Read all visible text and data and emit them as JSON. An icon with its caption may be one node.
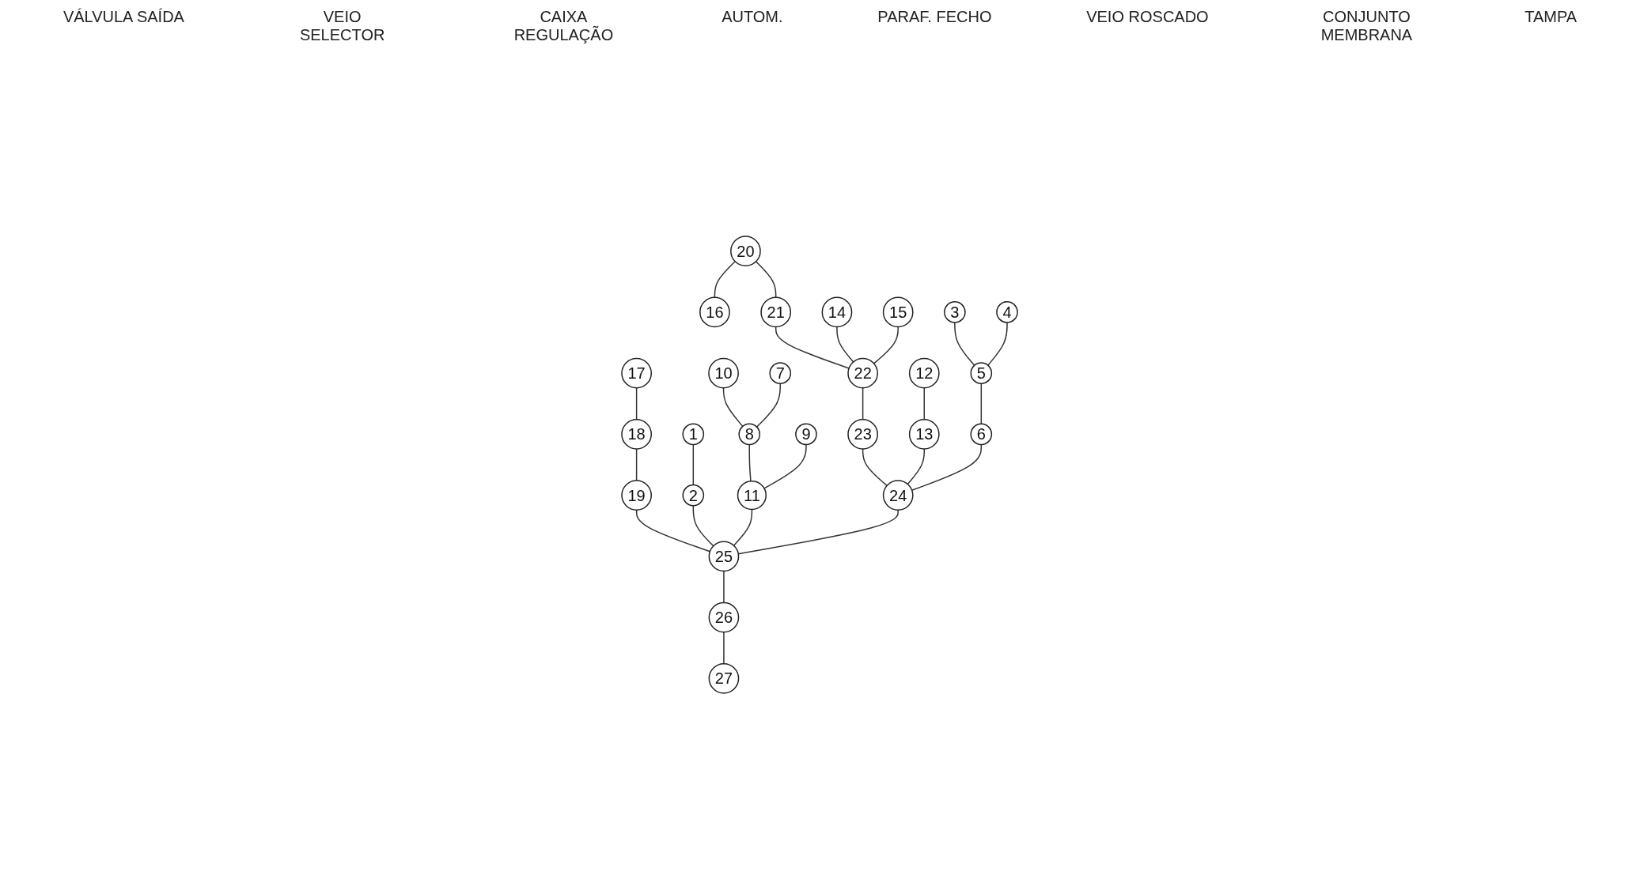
{
  "diagram": {
    "nodes": [
      {
        "text": [
          "17"
        ]
      },
      {
        "text": [
          "1"
        ]
      },
      {
        "text": [
          "10"
        ]
      },
      {
        "text": [
          "7"
        ]
      },
      {
        "text": [
          "9"
        ]
      },
      {
        "text": [
          "20"
        ]
      },
      {
        "text": [
          "16"
        ]
      },
      {
        "text": [
          "14"
        ]
      },
      {
        "text": [
          "15"
        ]
      },
      {
        "text": [
          "12"
        ]
      },
      {
        "text": [
          "3"
        ]
      },
      {
        "text": [
          "4"
        ]
      },
      {
        "text": [
          "18"
        ]
      },
      {
        "text": [
          "2"
        ]
      },
      {
        "text": [
          "8"
        ]
      },
      {
        "text": [
          "21"
        ]
      },
      {
        "text": [
          "13"
        ]
      },
      {
        "text": [
          "5"
        ]
      },
      {
        "text": [
          "19"
        ]
      },
      {
        "text": [
          "11"
        ]
      },
      {
        "text": [
          "22"
        ]
      },
      {
        "text": [
          "6"
        ]
      },
      {
        "text": [
          "23"
        ]
      },
      {
        "text": [
          "24"
        ]
      },
      {
        "text": [
          "25"
        ]
      },
      {
        "text": [
          "26"
        ]
      },
      {
        "text": [
          "27"
        ]
      }
    ],
    "edges": [
      {
        "from": 0,
        "to": 12,
        "arrow": "none"
      },
      {
        "from": 12,
        "to": 18,
        "arrow": "none"
      },
      {
        "from": 1,
        "to": 13,
        "arrow": "none"
      },
      {
        "from": 2,
        "to": 14,
        "arrow": "none"
      },
      {
        "from": 3,
        "to": 14,
        "arrow": "none"
      },
      {
        "from": 14,
        "to": 19,
        "arrow": "none"
      },
      {
        "from": 4,
        "to": 19,
        "arrow": "none"
      },
      {
        "from": 5,
        "to": 6,
        "arrow": "none"
      },
      {
        "from": 5,
        "to": 15,
        "arrow": "none"
      },
      {
        "from": 15,
        "to": 20,
        "arrow": "none"
      },
      {
        "from": 7,
        "to": 20,
        "arrow": "none"
      },
      {
        "from": 8,
        "to": 20,
        "arrow": "none"
      },
      {
        "from": 20,
        "to": 22,
        "arrow": "none"
      },
      {
        "from": 22,
        "to": 23,
        "arrow": "none"
      },
      {
        "from": 9,
        "to": 16,
        "arrow": "none"
      },
      {
        "from": 16,
        "to": 23,
        "arrow": "none"
      },
      {
        "from": 10,
        "to": 17,
        "arrow": "none"
      },
      {
        "from": 11,
        "to": 17,
        "arrow": "none"
      },
      {
        "from": 17,
        "to": 21,
        "arrow": "none"
      },
      {
        "from": 21,
        "to": 23,
        "arrow": "none"
      },
      {
        "from": 18,
        "to": 24,
        "arrow": "none"
      },
      {
        "from": 13,
        "to": 24,
        "arrow": "none"
      },
      {
        "from": 19,
        "to": 24,
        "arrow": "none"
      },
      {
        "from": 23,
        "to": 24,
        "arrow": "none"
      },
      {
        "from": 24,
        "to": 25,
        "arrow": "none"
      },
      {
        "from": 25,
        "to": 26,
        "arrow": "none"
      }
    ],
    "labels": [
      "VÁLVULA SAÍDA",
      "VEIO SELECTOR",
      "CAIXA REGULAÇÃO",
      "AUTOM.",
      "PARAF. FECHO",
      "VEIO ROSCADO",
      "CONJUNTO MEMBRANA",
      "TAMPA"
    ]
  }
}
